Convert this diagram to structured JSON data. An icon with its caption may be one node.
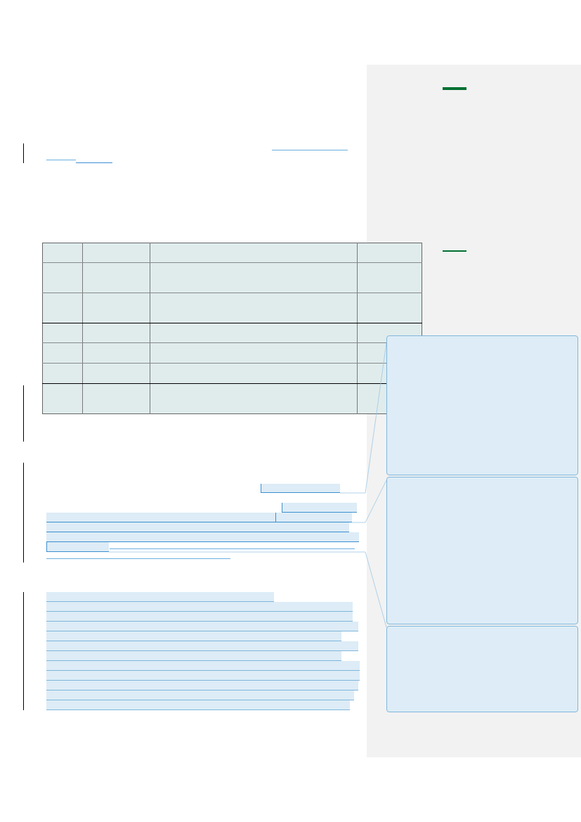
{
  "diagram": {
    "nodes": [
      {
        "text": [],
        "shape": "bar"
      },
      {
        "text": [],
        "shape": "bar"
      },
      {
        "text": [],
        "shape": "bar"
      },
      {
        "text": [],
        "shape": "bar"
      },
      {
        "text": [],
        "shape": "box"
      },
      {
        "text": [],
        "shape": "box"
      },
      {
        "text": [],
        "shape": "box"
      }
    ],
    "edges": [
      {
        "from": 0,
        "to": 4,
        "arrow": "none"
      },
      {
        "from": 2,
        "to": 5,
        "arrow": "none"
      },
      {
        "from": 3,
        "to": 6,
        "arrow": "none"
      }
    ]
  }
}
